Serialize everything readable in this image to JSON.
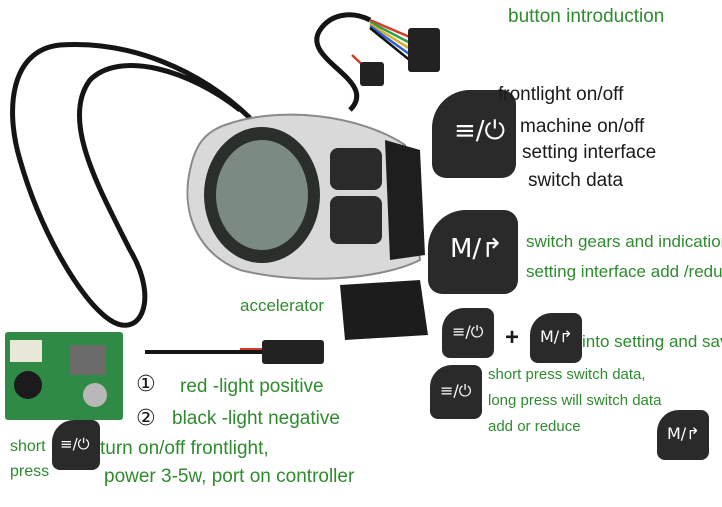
{
  "title": "button introduction",
  "labels": {
    "frontlight": "frontlight on/off",
    "machine": "machine on/off",
    "setting_interface": "setting interface",
    "switch_data": "switch data",
    "switch_gears": "switch gears and indication",
    "setting_add_reduce": "setting interface add /reduce",
    "accelerator": "accelerator",
    "plus": "+",
    "into_setting": "into setting and save",
    "short_press_line1": "short press switch data,",
    "short_press_line2": "long press will switch data",
    "short_press_line3": "add or reduce",
    "red_light": "red -light positive",
    "black_light": "black -light negative",
    "circle_1": "①",
    "circle_2": "②",
    "short": "short",
    "press": "press",
    "turn_on_off": "turn on/off frontlight,",
    "power": "power 3-5w, port on controller"
  },
  "colors": {
    "label_green": "#2e8b2e",
    "label_black": "#1a1a1a",
    "button_body": "#2a2a2a"
  },
  "icons": [
    "light-power-button-icon",
    "mode-arrow-button-icon"
  ]
}
